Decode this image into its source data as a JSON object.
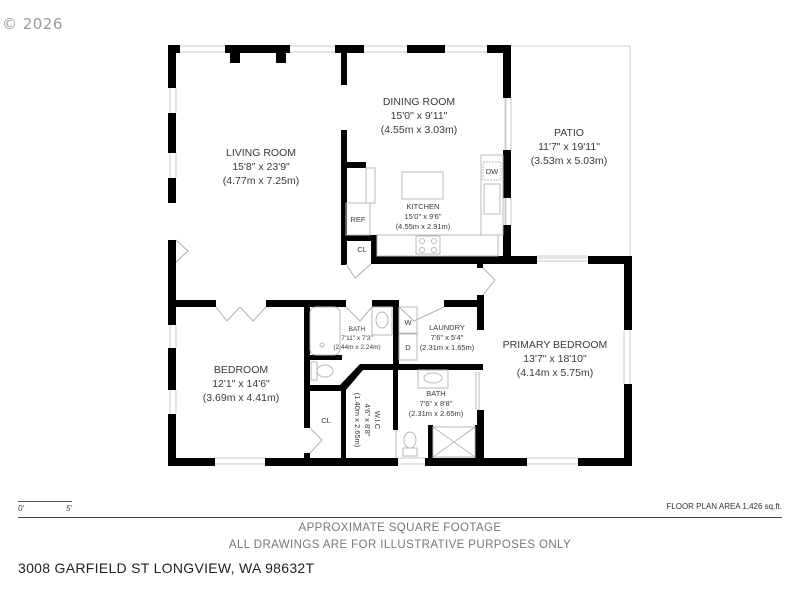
{
  "copyright": "© 2026",
  "rooms": {
    "living": {
      "name": "LIVING ROOM",
      "dims_ft": "15'8\" x 23'9\"",
      "dims_m": "(4.77m x 7.25m)"
    },
    "dining": {
      "name": "DINING ROOM",
      "dims_ft": "15'0\" x 9'11\"",
      "dims_m": "(4.55m x 3.03m)"
    },
    "patio": {
      "name": "PATIO",
      "dims_ft": "11'7\" x 19'11\"",
      "dims_m": "(3.53m x 5.03m)"
    },
    "kitchen": {
      "name": "KITCHEN",
      "dims_ft": "15'0\" x 9'6\"",
      "dims_m": "(4.55m x 2.91m)"
    },
    "bedroom": {
      "name": "BEDROOM",
      "dims_ft": "12'1\" x 14'6\"",
      "dims_m": "(3.69m x 4.41m)"
    },
    "bath1": {
      "name": "BATH",
      "dims_ft": "7'11\" x 7'3\"",
      "dims_m": "(2.44m x 2.24m)"
    },
    "laundry": {
      "name": "LAUNDRY",
      "dims_ft": "7'6\" x 5'4\"",
      "dims_m": "(2.31m x 1.65m)"
    },
    "primary": {
      "name": "PRIMARY BEDROOM",
      "dims_ft": "13'7\" x 18'10\"",
      "dims_m": "(4.14m x 5.75m)"
    },
    "bath2": {
      "name": "BATH",
      "dims_ft": "7'6\" x 8'8\"",
      "dims_m": "(2.31m x 2.65m)"
    },
    "wic": {
      "name": "W.I.C",
      "dims_ft": "4'6\" x 8'8\"",
      "dims_m": "(1.40m x 2.65m)"
    }
  },
  "fixtures": {
    "ref": "REF",
    "dw": "DW",
    "closet": "CL",
    "washer": "W",
    "dryer": "D"
  },
  "scale": {
    "start": "0'",
    "end": "5'"
  },
  "floor_plan_area": "FLOOR PLAN AREA 1,426 sq.ft.",
  "disclaimer": {
    "line1": "APPROXIMATE SQUARE FOOTAGE",
    "line2": "ALL DRAWINGS ARE FOR ILLUSTRATIVE PURPOSES ONLY"
  },
  "address": "3008 GARFIELD ST LONGVIEW, WA 98632T",
  "colors": {
    "wall": "#000000",
    "window": "#c8c8c8",
    "text": "#3a3a3a"
  }
}
